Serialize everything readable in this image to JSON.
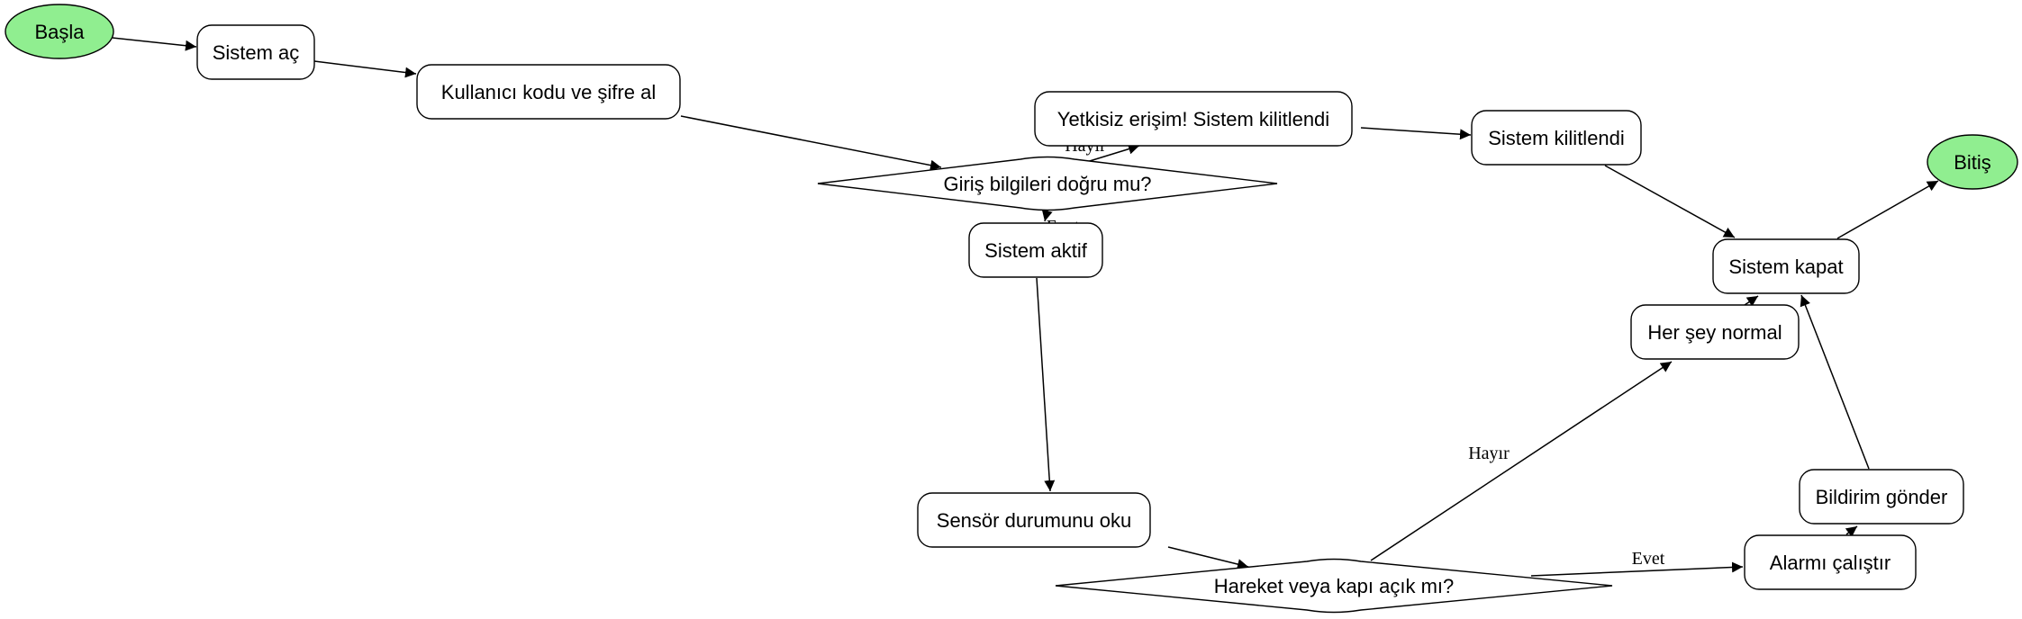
{
  "diagram": {
    "colors": {
      "terminal_fill": "#90ee90",
      "process_fill": "#ffffff",
      "stroke": "#000000"
    },
    "nodes": [
      {
        "id": "start",
        "label": "Başla",
        "shape": "ellipse"
      },
      {
        "id": "open",
        "label": "Sistem aç",
        "shape": "rounded-box"
      },
      {
        "id": "get_credentials",
        "label": "Kullanıcı kodu ve şifre al",
        "shape": "rounded-box"
      },
      {
        "id": "credentials_ok",
        "label": "Giriş bilgileri doğru mu?",
        "shape": "diamond"
      },
      {
        "id": "unauthorized",
        "label": "Yetkisiz erişim! Sistem kilitlendi",
        "shape": "rounded-box"
      },
      {
        "id": "locked",
        "label": "Sistem kilitlendi",
        "shape": "rounded-box"
      },
      {
        "id": "end",
        "label": "Bitiş",
        "shape": "ellipse"
      },
      {
        "id": "active",
        "label": "Sistem aktif",
        "shape": "rounded-box"
      },
      {
        "id": "close",
        "label": "Sistem kapat",
        "shape": "rounded-box"
      },
      {
        "id": "all_normal",
        "label": "Her şey normal",
        "shape": "rounded-box"
      },
      {
        "id": "read_sensor",
        "label": "Sensör durumunu oku",
        "shape": "rounded-box"
      },
      {
        "id": "notify",
        "label": "Bildirim gönder",
        "shape": "rounded-box"
      },
      {
        "id": "motion_check",
        "label": "Hareket veya kapı açık mı?",
        "shape": "diamond"
      },
      {
        "id": "alarm",
        "label": "Alarmı çalıştır",
        "shape": "rounded-box"
      }
    ],
    "edges": [
      {
        "from": "start",
        "to": "open",
        "label": ""
      },
      {
        "from": "open",
        "to": "get_credentials",
        "label": ""
      },
      {
        "from": "get_credentials",
        "to": "credentials_ok",
        "label": ""
      },
      {
        "from": "credentials_ok",
        "to": "unauthorized",
        "label": "Hayır"
      },
      {
        "from": "credentials_ok",
        "to": "active",
        "label": "Evet"
      },
      {
        "from": "unauthorized",
        "to": "locked",
        "label": ""
      },
      {
        "from": "locked",
        "to": "close",
        "label": ""
      },
      {
        "from": "close",
        "to": "end",
        "label": ""
      },
      {
        "from": "active",
        "to": "read_sensor",
        "label": ""
      },
      {
        "from": "read_sensor",
        "to": "motion_check",
        "label": ""
      },
      {
        "from": "motion_check",
        "to": "all_normal",
        "label": "Hayır"
      },
      {
        "from": "motion_check",
        "to": "alarm",
        "label": "Evet"
      },
      {
        "from": "all_normal",
        "to": "close",
        "label": ""
      },
      {
        "from": "alarm",
        "to": "notify",
        "label": ""
      },
      {
        "from": "notify",
        "to": "close",
        "label": ""
      }
    ]
  }
}
